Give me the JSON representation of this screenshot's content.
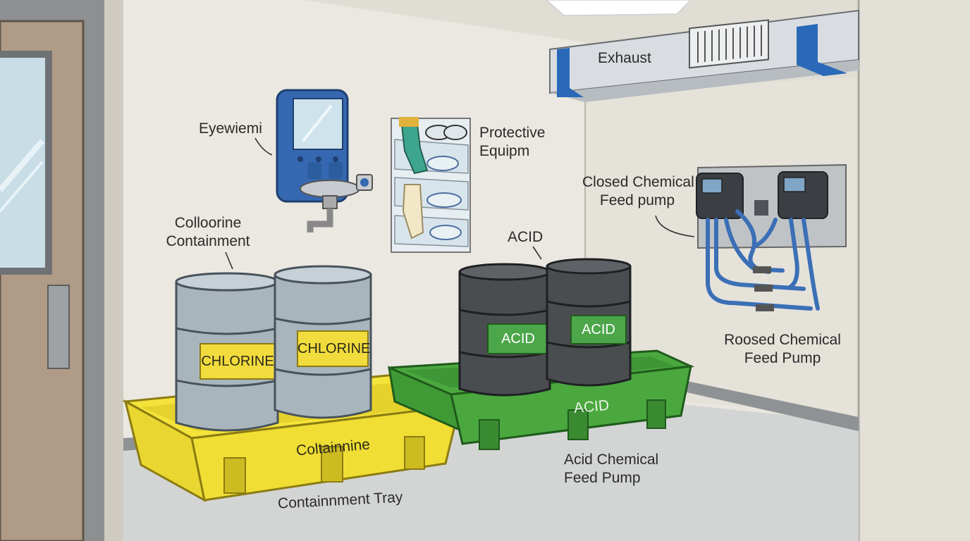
{
  "labels": {
    "exhaust": "Exhaust",
    "eyewash": "Eyewiemi",
    "protective_line1": "Protective",
    "protective_line2": "Equipm",
    "chlorine_containment_line1": "Colloorine",
    "chlorine_containment_line2": "Containment",
    "acid_top": "ACID",
    "closed_pump_line1": "Closed Chemical",
    "closed_pump_line2": "Feed pump",
    "roosed_pump_line1": "Roosed Chemical",
    "roosed_pump_line2": "Feed Pump",
    "acid_pump_line1": "Acid Chemical",
    "acid_pump_line2": "Feed Pump",
    "containment_tray": "Containnment Tray"
  },
  "drums": {
    "chlorine_left": "CHLORINE",
    "chlorine_right": "CHLORINE",
    "acid_left": "ACID",
    "acid_right": "ACID"
  },
  "trays": {
    "yellow": "Coltainnine",
    "green": "ACID"
  },
  "colors": {
    "wall": "#ebe8e1",
    "floor": "#d3d5d5",
    "door": "#b09b86",
    "chlorine_drum": "#a9b5bd",
    "chlorine_label": "#f2dc3d",
    "acid_drum": "#4a4d50",
    "acid_label": "#4ca64a",
    "yellow_tray": "#f4e33a",
    "green_tray": "#4aa83f",
    "eyewash_blue": "#3568b0",
    "hose_blue": "#3b6fb6",
    "duct": "#d9dde1",
    "duct_bracket": "#2a69b8"
  }
}
